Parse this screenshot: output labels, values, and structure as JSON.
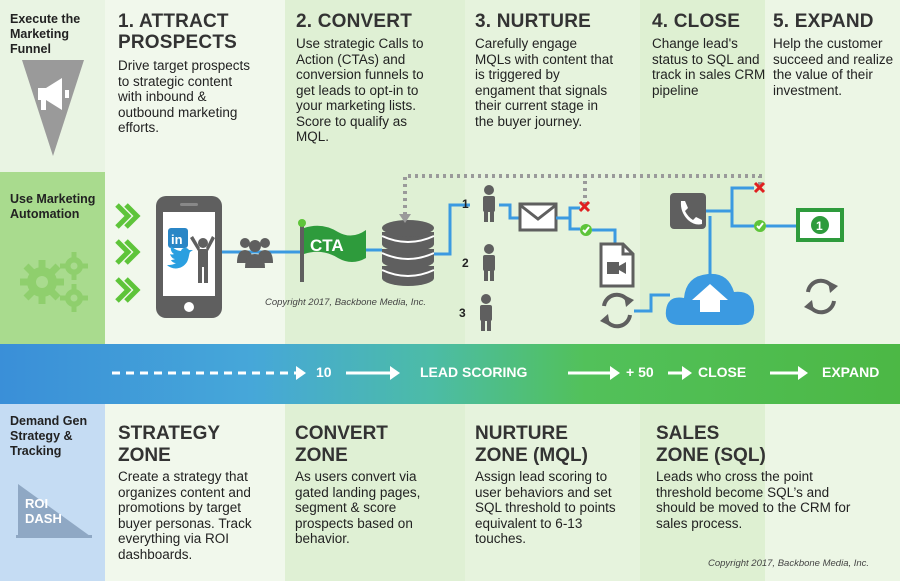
{
  "sidebar": {
    "execute_label": "Execute the Marketing Funnel",
    "automation_label": "Use Marketing Automation",
    "demand_label": "Demand Gen Strategy & Tracking",
    "roi_line1": "ROI",
    "roi_line2": "DASH"
  },
  "stages": [
    {
      "title": "1. ATTRACT PROSPECTS",
      "desc": "Drive target prospects to strategic content with inbound & outbound marketing efforts."
    },
    {
      "title": "2. CONVERT",
      "desc": "Use strategic Calls to Action (CTAs) and conversion funnels to get leads to opt-in to your marketing lists. Score to qualify as MQL."
    },
    {
      "title": "3. NURTURE",
      "desc": "Carefully engage MQLs with content that is triggered by engament that signals their current stage in the buyer journey."
    },
    {
      "title": "4. CLOSE",
      "desc": "Change lead's status to SQL and track in sales CRM pipeline"
    },
    {
      "title": "5. EXPAND",
      "desc": "Help the customer succeed and realize the value of their investment."
    }
  ],
  "diagram": {
    "cta_label": "CTA",
    "lead_numbers": [
      "1",
      "2",
      "3"
    ],
    "copyright": "Copyright 2017, Backbone Media, Inc.",
    "colors": {
      "blue": "#3b9ae1",
      "green": "#2e9b3c",
      "gray": "#5f5f5f",
      "red": "#e02020",
      "bright_green": "#5ec43a"
    }
  },
  "band": {
    "score_10": "10",
    "lead_scoring": "LEAD SCORING",
    "score_50": "+ 50",
    "close": "CLOSE",
    "expand": "EXPAND"
  },
  "zones": [
    {
      "title_line1": "STRATEGY",
      "title_line2": "ZONE",
      "desc": "Create a strategy that organizes content and promotions by target buyer personas. Track everything via ROI dashboards."
    },
    {
      "title_line1": "CONVERT",
      "title_line2": "ZONE",
      "desc": "As users convert via gated landing pages, segment & score prospects based on behavior."
    },
    {
      "title_line1": "NURTURE",
      "title_line2": "ZONE (MQL)",
      "desc": "Assign lead scoring to user behaviors and set SQL threshold to points equivalent to 6-13 touches."
    },
    {
      "title_line1": "SALES",
      "title_line2": "ZONE (SQL)",
      "desc": "Leads who cross the point threshold become SQL’s and should be moved to the CRM for sales process."
    }
  ],
  "footer_copyright": "Copyright 2017, Backbone Media, Inc."
}
